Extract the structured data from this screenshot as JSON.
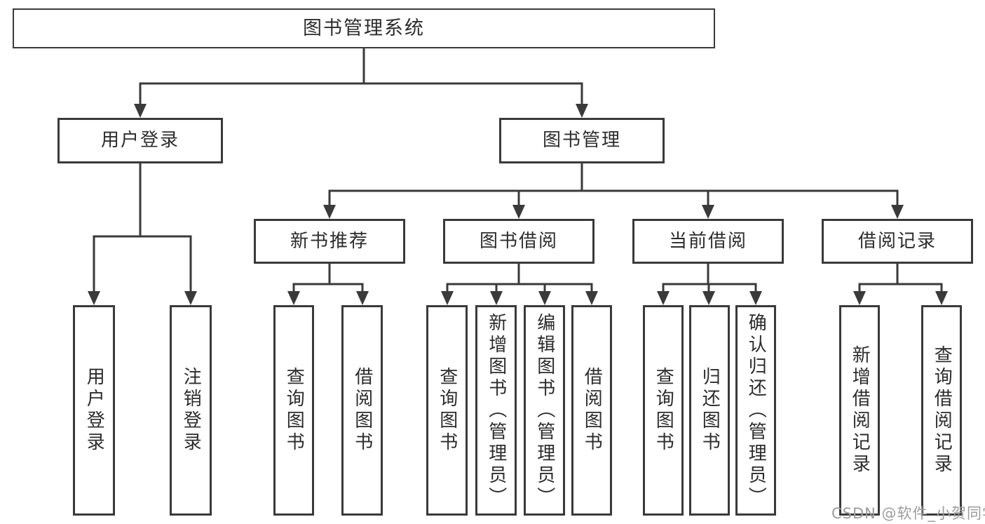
{
  "diagram": {
    "root": {
      "label": "图书管理系统"
    },
    "level2": [
      {
        "label": "用户登录"
      },
      {
        "label": "图书管理"
      }
    ],
    "level3": [
      {
        "label": "新书推荐"
      },
      {
        "label": "图书借阅"
      },
      {
        "label": "当前借阅"
      },
      {
        "label": "借阅记录"
      }
    ],
    "leaves": {
      "user_login": [
        {
          "label": "用户登录"
        },
        {
          "label": "注销登录"
        }
      ],
      "new_book_recommend": [
        {
          "label": "查询图书"
        },
        {
          "label": "借阅图书"
        }
      ],
      "book_borrowing": [
        {
          "label": "查询图书"
        },
        {
          "label": "新增图书（管理员）"
        },
        {
          "label": "编辑图书（管理员）"
        },
        {
          "label": "借阅图书"
        }
      ],
      "current_borrowing": [
        {
          "label": "查询图书"
        },
        {
          "label": "归还图书"
        },
        {
          "label": "确认归还（管理员）"
        }
      ],
      "borrowing_records": [
        {
          "label": "新增借阅记录"
        },
        {
          "label": "查询借阅记录"
        }
      ]
    }
  },
  "watermark": {
    "text": "CSDN @软件_小贺同学"
  },
  "colors": {
    "line": "#3a3a3a",
    "border": "#3a3a3a",
    "text": "#2c2c2c",
    "node_fill": "#ffffff",
    "background": "#ffffff",
    "watermark": "#9c9c9c"
  }
}
